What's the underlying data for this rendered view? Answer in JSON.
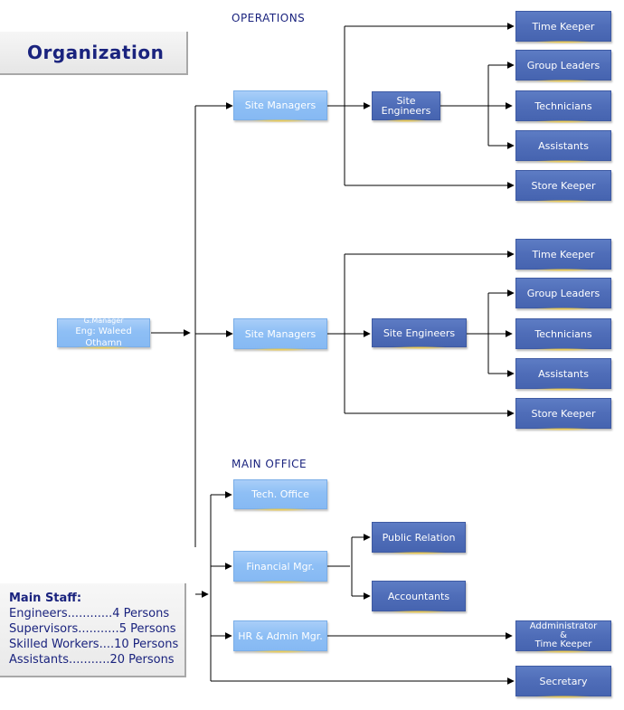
{
  "title": "Organization",
  "headings": {
    "operations": "OPERATIONS",
    "main_office": "MAIN OFFICE"
  },
  "gm": {
    "role": "G.Manager",
    "name": "Eng: Waleed Othamn"
  },
  "sites": [
    {
      "manager": "Site Managers",
      "engineers": "Site Engineers",
      "time_keeper": "Time Keeper",
      "group_leaders": "Group Leaders",
      "technicians": "Technicians",
      "assistants": "Assistants",
      "store_keeper": "Store Keeper"
    },
    {
      "manager": "Site Managers",
      "engineers": "Site Engineers",
      "time_keeper": "Time Keeper",
      "group_leaders": "Group Leaders",
      "technicians": "Technicians",
      "assistants": "Assistants",
      "store_keeper": "Store Keeper"
    }
  ],
  "office": {
    "tech": "Tech. Office",
    "financial": "Financial Mgr.",
    "public_relation": "Public Relation",
    "accountants": "Accountants",
    "hr": "HR & Admin Mgr.",
    "administrator_line1": "Addministrator",
    "administrator_line2": "&",
    "administrator_line3": "Time Keeper",
    "secretary": "Secretary"
  },
  "staff": {
    "title": "Main Staff:",
    "lines": [
      "Engineers............4 Persons",
      "Supervisors...........5 Persons",
      "Skilled Workers....10 Persons",
      "Assistants...........20 Persons"
    ]
  },
  "colors": {
    "light_box": "#8ebff5",
    "dark_box": "#4f6db8",
    "heading_text": "#1a237e",
    "glow": "#f3cf4a"
  }
}
